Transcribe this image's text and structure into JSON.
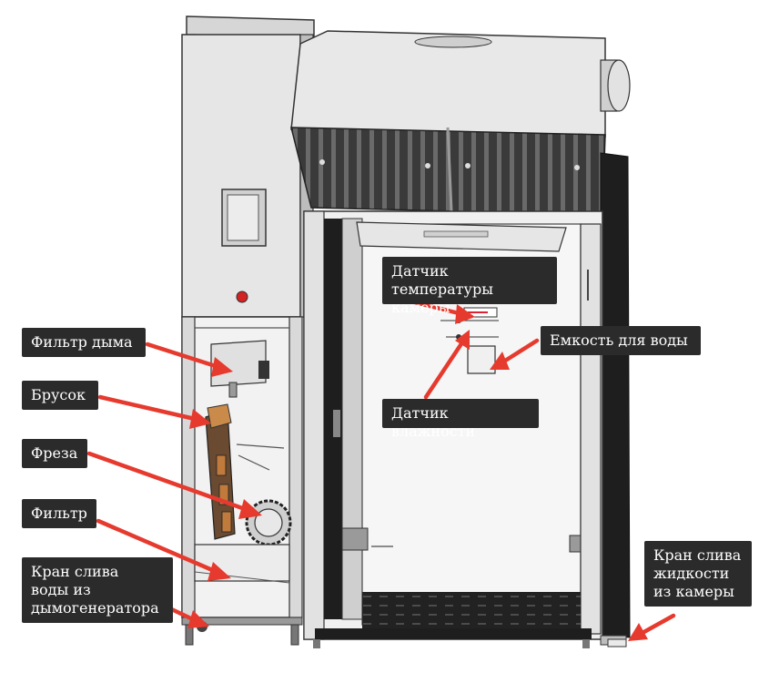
{
  "labels": {
    "smoke_filter": "Фильтр дыма",
    "block": "Брусок",
    "cutter": "Фреза",
    "filter": "Фильтр",
    "smoke_drain_valve": "Кран слива\n воды из\nдымогенератора",
    "temp_sensor": "Датчик температуры\nкамеры",
    "water_tank": "Емкость для воды",
    "humidity_sensor": "Датчик влажности",
    "chamber_drain_valve": "Кран слива\nжидкости\nиз камеры"
  },
  "colors": {
    "arrow": "#e63a2e",
    "label_bg": "#2b2b2b",
    "label_text": "#ffffff",
    "body_light": "#e4e4e4",
    "body_mid": "#bdbdbd",
    "body_dark": "#1f1f1f",
    "block_wood": "#c07a3c"
  }
}
